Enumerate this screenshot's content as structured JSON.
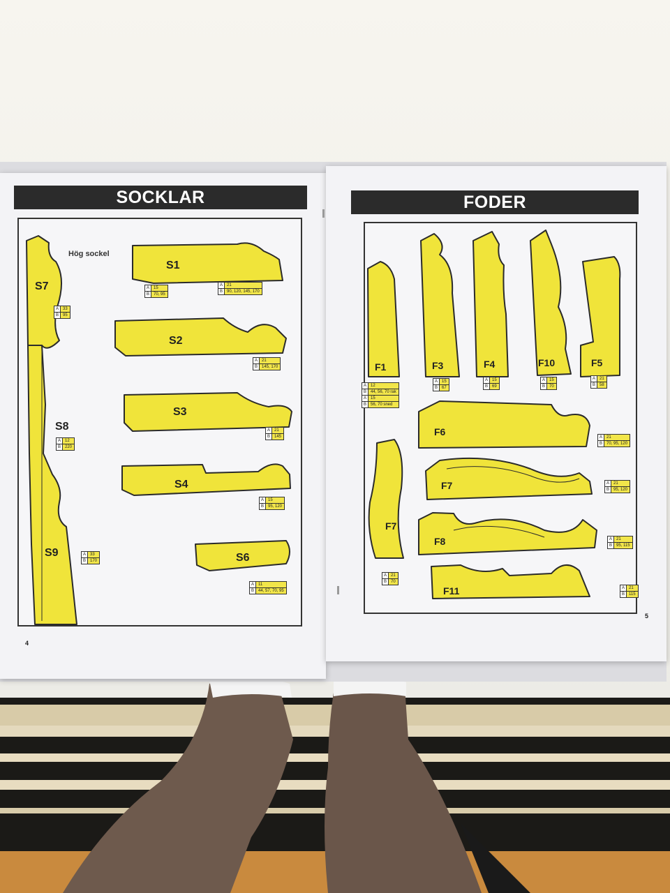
{
  "left_page": {
    "title": "SOCKLAR",
    "page_number": "4",
    "note": "Hög sockel",
    "profiles": [
      {
        "id": "S1",
        "a": "15",
        "b": "70, 95",
        "a2": "21",
        "b2": "90, 120, 145, 170"
      },
      {
        "id": "S2",
        "a": "21",
        "b": "145, 170"
      },
      {
        "id": "S3",
        "a": "21",
        "b": "145"
      },
      {
        "id": "S4",
        "a": "15",
        "b": "95, 120"
      },
      {
        "id": "S6",
        "a": "11",
        "b": "44, 57, 70, 95"
      },
      {
        "id": "S7",
        "a": "33",
        "b": "95"
      },
      {
        "id": "S8",
        "a": "12",
        "b": "220"
      },
      {
        "id": "S9",
        "a": "33",
        "b": "170"
      }
    ]
  },
  "right_page": {
    "title": "FODER",
    "page_number": "5",
    "profiles": [
      {
        "id": "F1",
        "a": "12",
        "b": "44, 56, 70 rak",
        "a2": "15",
        "b2": "56, 70 sned"
      },
      {
        "id": "F3",
        "a": "15",
        "b": "67"
      },
      {
        "id": "F4",
        "a": "15",
        "b": "69"
      },
      {
        "id": "F10",
        "a": "15",
        "b": "70"
      },
      {
        "id": "F5",
        "a": "21",
        "b": "58"
      },
      {
        "id": "F6",
        "a": "21",
        "b": "70, 95, 120"
      },
      {
        "id": "F7",
        "a": "21",
        "b": "95, 120"
      },
      {
        "id": "F7b",
        "label": "F7",
        "a": "21",
        "b": "70"
      },
      {
        "id": "F8",
        "a": "21",
        "b": "95, 115"
      },
      {
        "id": "F11",
        "a": "21",
        "b": "115"
      }
    ]
  },
  "colors": {
    "highlight": "#f0e43a",
    "banner": "#2b2b2b",
    "paper": "#f3f3f6",
    "rug_stripe": "#e8dcc0"
  }
}
